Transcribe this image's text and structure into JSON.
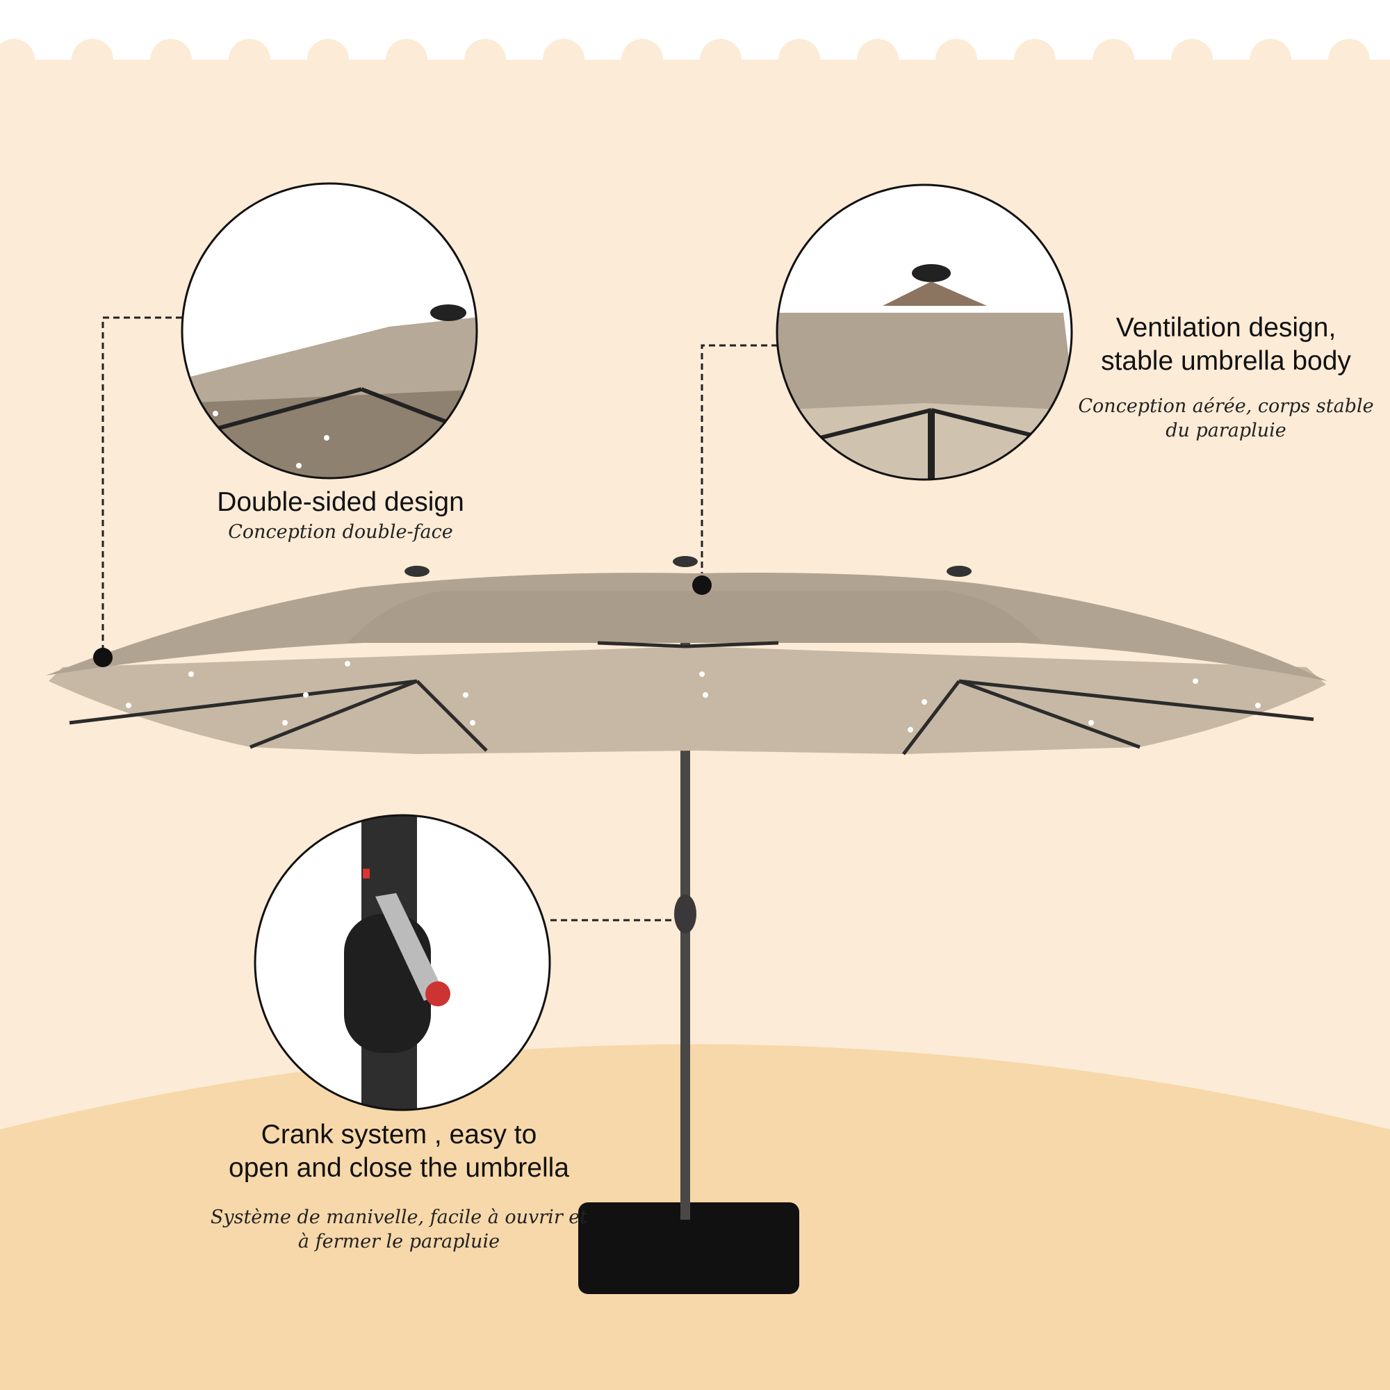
{
  "features": [
    {
      "title": "Double-sided design",
      "subtitle": "Conception double-face"
    },
    {
      "title_lines": [
        "Ventilation design,",
        "stable umbrella body"
      ],
      "subtitle_lines": [
        "Conception aérée, corps stable",
        "du parapluie"
      ]
    },
    {
      "title_lines": [
        "Crank system , easy to",
        "open and close the umbrella"
      ],
      "subtitle_lines": [
        "Système de manivelle, facile à ouvrir et",
        "à fermer le parapluie"
      ]
    }
  ],
  "colors": {
    "background": "#fcebd6",
    "ground": "#f7d8aa",
    "canopy": "#b2a493",
    "canopy_under": "#c8baa6",
    "frame": "#2b2b2b"
  }
}
